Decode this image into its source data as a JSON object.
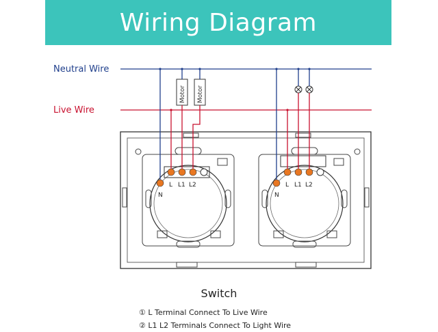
{
  "title": "Wiring Diagram",
  "wires": {
    "neutral_label": "Neutral Wire",
    "live_label": "Live Wire"
  },
  "colors": {
    "banner": "#3cc4bb",
    "neutral": "#1f3f8c",
    "live": "#c8102e",
    "terminal": "#e87722"
  },
  "motor_label": "Motor",
  "terminals": {
    "l": "L",
    "l1": "L1",
    "l2": "L2",
    "n": "N"
  },
  "caption": "Switch",
  "notes": [
    "① L Terminal Connect To Live Wire",
    "② L1 L2 Terminals Connect To Light Wire"
  ]
}
